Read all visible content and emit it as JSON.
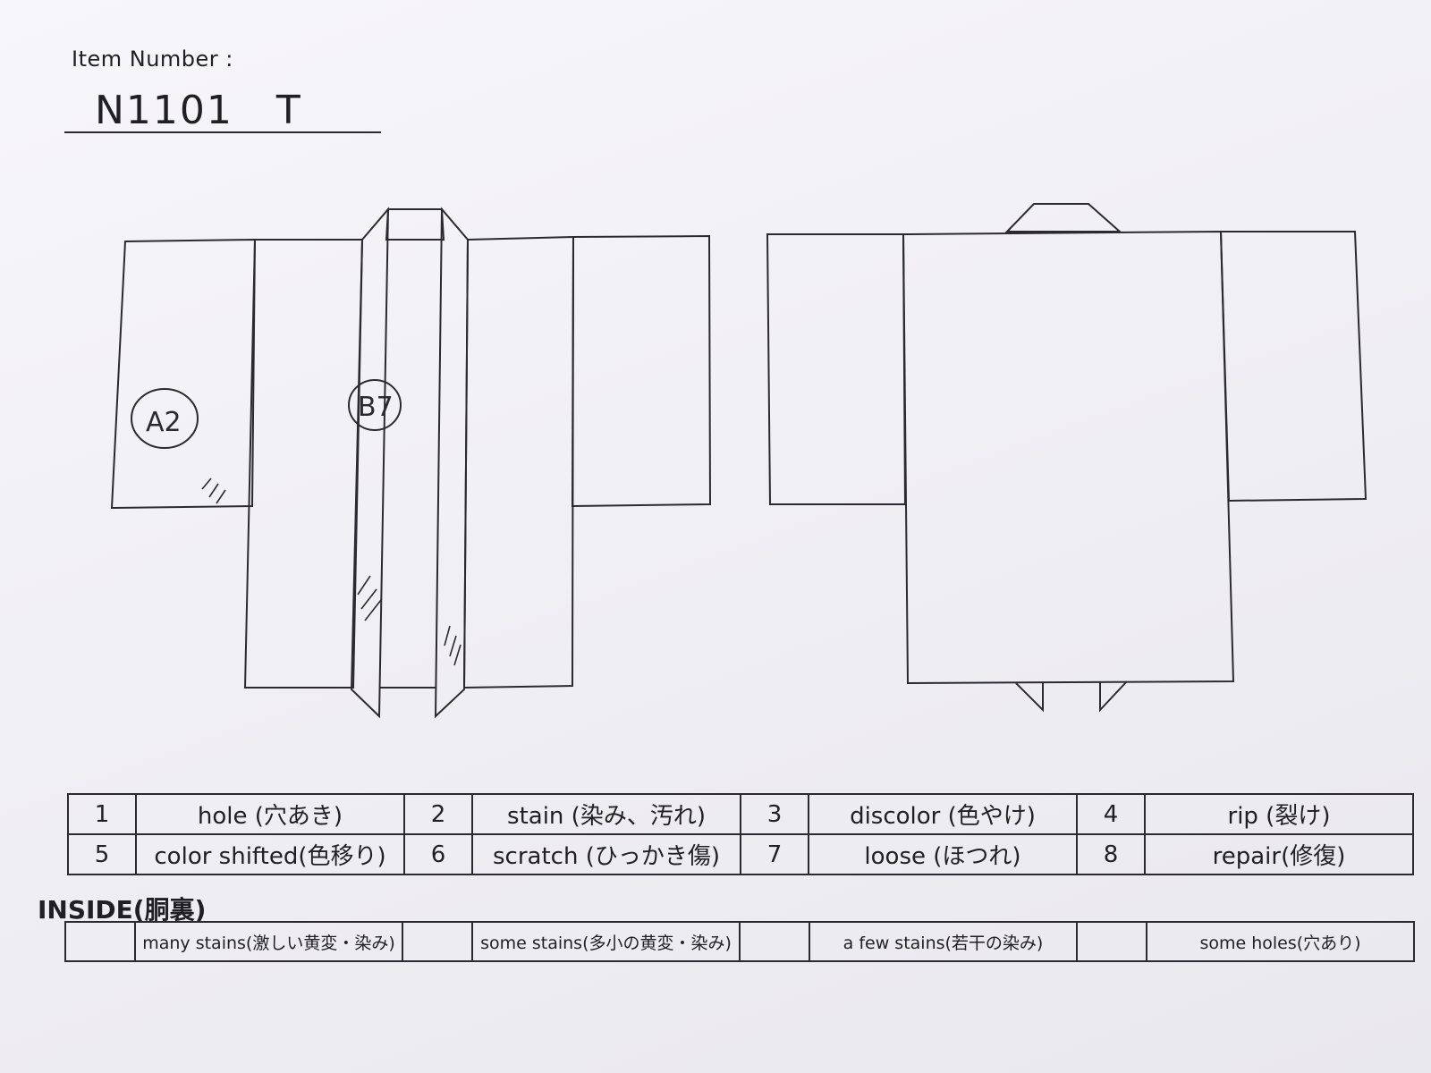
{
  "header": {
    "item_number_label": "Item Number :",
    "item_number_value": "N1101   T"
  },
  "diagram": {
    "front_marks": [
      "A2",
      "B7"
    ]
  },
  "legend": {
    "rows": [
      [
        {
          "num": "1",
          "label": "hole (穴あき)"
        },
        {
          "num": "2",
          "label": "stain (染み、汚れ)"
        },
        {
          "num": "3",
          "label": "discolor (色やけ)"
        },
        {
          "num": "4",
          "label": "rip (裂け)"
        }
      ],
      [
        {
          "num": "5",
          "label": "color shifted(色移り)"
        },
        {
          "num": "6",
          "label": "scratch (ひっかき傷)"
        },
        {
          "num": "7",
          "label": "loose (ほつれ)"
        },
        {
          "num": "8",
          "label": "repair(修復)"
        }
      ]
    ]
  },
  "inside": {
    "title": "INSIDE(胴裏)",
    "items": [
      "many stains(激しい黄変・染み)",
      "some stains(多小の黄変・染み)",
      "a few stains(若干の染み)",
      "some holes(穴あり)"
    ]
  }
}
